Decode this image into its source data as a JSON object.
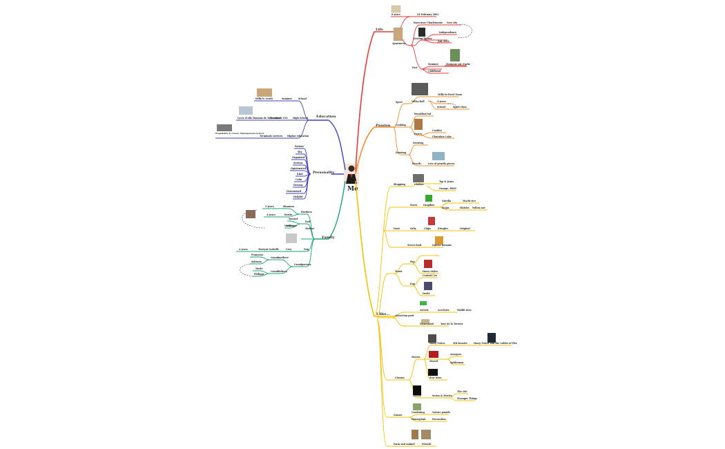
{
  "center": {
    "label": "Me"
  },
  "colors": {
    "life": "#e53935",
    "passion": "#f28c28",
    "likes": "#f2c200",
    "education": "#3f3fbf",
    "personality": "#3f3fbf",
    "family": "#1aa37a"
  },
  "life": {
    "title": "Life",
    "items": [
      "0 years",
      "24 February 2001",
      "Born near Charlemonte",
      "New city",
      "Apartment",
      "Independence",
      "Driving license",
      "July 2022",
      "Past",
      "Summer",
      "Margaux sur Ouche",
      "Childhood"
    ]
  },
  "passion": {
    "title": "Passion",
    "items": [
      "Sport",
      "Volley-ball",
      "Milly-la-Forêt Team",
      "4 years",
      "School",
      "Sport class",
      "Cooking",
      "Breakfast/Sal",
      "Pastry",
      "Cookies",
      "Chocolate Cake",
      "Drawing",
      "Drawing",
      "Pencils",
      "Lots of pencils pieces"
    ]
  },
  "likes": {
    "title": "I like...",
    "items": [
      "Shopping",
      "Clothes",
      "Top & Jeans",
      "Orange, H&M",
      "Food",
      "Sweet",
      "Dragibus",
      "Nutella",
      "Mochi rice",
      "Sugar",
      "Skittles",
      "Yellow one",
      "Salty",
      "Chips",
      "Pringles",
      "Original",
      "Street food",
      "Quiche lorraine",
      "Music",
      "Pop",
      "Harry Styles",
      "Rap",
      "Central Cee",
      "Drake",
      "Attraction park",
      "Asterix",
      "Accelerix",
      "Walibi sites",
      "Disneyland",
      "Tour de la Terreur",
      "Cinema",
      "Movies",
      "Harry Potter",
      "4th favorite",
      "Harry Potter and the Goblet of Fire",
      "Marvel",
      "Avengers",
      "Spiderman",
      "Star Wars",
      "Netflix",
      "Series & Movies",
      "The 100",
      "Stranger Things",
      "Nature",
      "Gardening",
      "Nature pastels",
      "Houseplant",
      "Decoration",
      "Farm and Animal",
      "Friends"
    ]
  },
  "education": {
    "title": "Education",
    "items": [
      "Willy le Groth",
      "Summer",
      "School",
      "Lycée d'Alix Dumont de Tournemer",
      "Terminale STL",
      "High School",
      "Hospitality & Luxury Management School",
      "Terminale services",
      "Higher education"
    ]
  },
  "personality": {
    "title": "Personality",
    "items": [
      "Patient",
      "Shy",
      "Organized",
      "Serious",
      "Opinionated",
      "Kind",
      "Calm",
      "Dreamy",
      "Determined",
      "Helpful"
    ]
  },
  "family": {
    "title": "Family",
    "items": [
      "3 years",
      "Brothers",
      "Shannon",
      "4 years",
      "Bertin",
      "Youssef",
      "Odilon",
      "Dad",
      "Mother",
      "Veronique",
      "4 years",
      "Martyné Isabelle",
      "Grey",
      "Dog",
      "Françoise",
      "Grandmothers",
      "Sylviane",
      "Grandparents",
      "Marie",
      "Grandfathers",
      "Philippe"
    ]
  }
}
